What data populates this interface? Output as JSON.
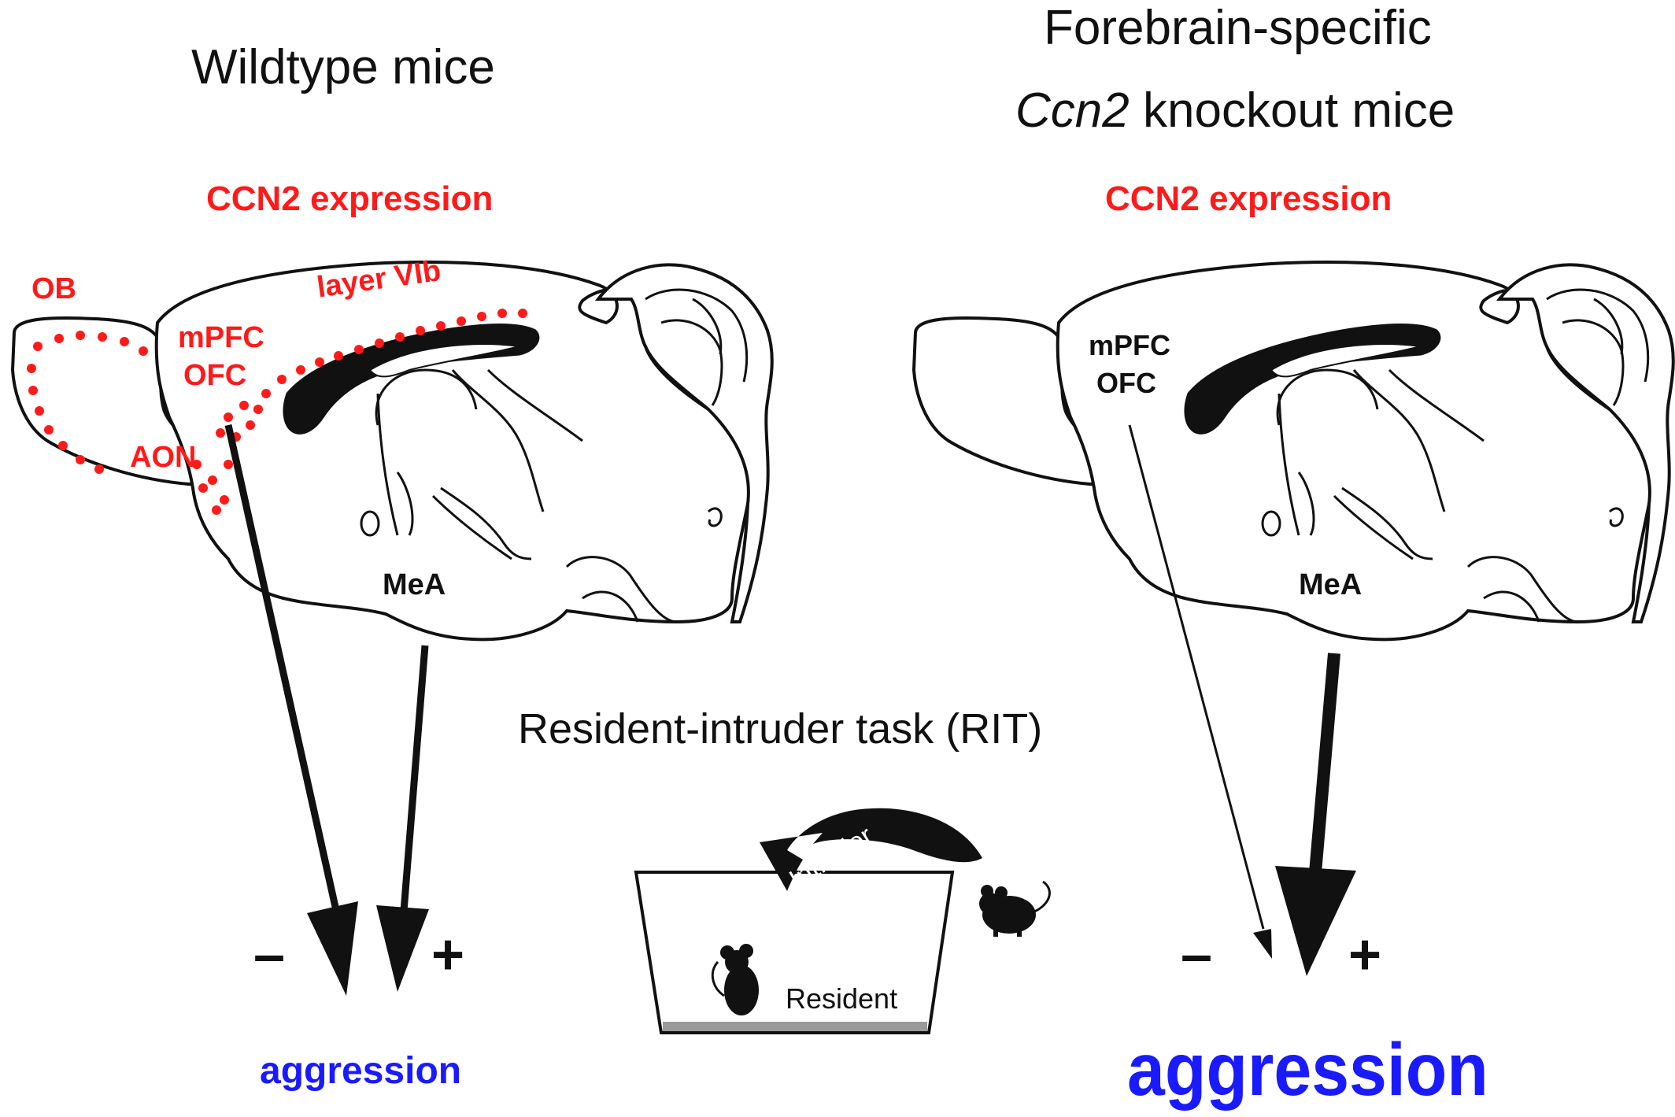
{
  "left": {
    "title": "Wildtype mice",
    "expression": "CCN2 expression",
    "regions": {
      "ob": "OB",
      "mpfc": "mPFC",
      "ofc": "OFC",
      "layer": "layer VIb",
      "aon": "AON",
      "mea": "MeA"
    },
    "minus": "–",
    "plus": "+",
    "aggression": "aggression"
  },
  "right": {
    "title_line1": "Forebrain-specific",
    "title_gene": "Ccn2",
    "title_line2_rest": " knockout mice",
    "expression": "CCN2 expression",
    "regions": {
      "mpfc": "mPFC",
      "ofc": "OFC",
      "mea": "MeA"
    },
    "minus": "–",
    "plus": "+",
    "aggression": "aggression"
  },
  "task": {
    "title": "Resident-intruder task (RIT)",
    "intruder": "Intruder",
    "resident": "Resident"
  },
  "colors": {
    "expression_red": "#ff1a1a",
    "aggression_blue": "#1a1aff",
    "ink": "#111111",
    "cage_floor": "#9a9a9a"
  }
}
